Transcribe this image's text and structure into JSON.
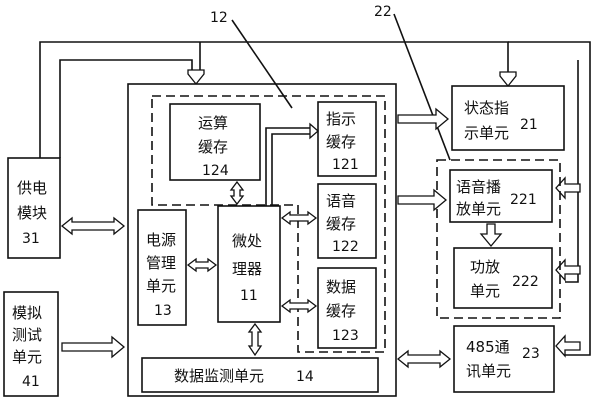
{
  "callouts": {
    "label_12": "12",
    "label_22": "22"
  },
  "blocks": {
    "power_supply": {
      "lines": [
        "供电",
        "模块"
      ],
      "number": "31"
    },
    "analog_test": {
      "lines": [
        "模拟",
        "测试",
        "单元"
      ],
      "number": "41"
    },
    "calc_cache": {
      "lines": [
        "运算",
        "缓存"
      ],
      "number": "124"
    },
    "power_mgmt": {
      "lines": [
        "电源",
        "管理",
        "单元"
      ],
      "number": "13"
    },
    "microprocessor": {
      "lines": [
        "微处",
        "理器"
      ],
      "number": "11"
    },
    "indicator_cache": {
      "lines": [
        "指示",
        "缓存"
      ],
      "number": "121"
    },
    "voice_cache": {
      "lines": [
        "语音",
        "缓存"
      ],
      "number": "122"
    },
    "data_cache": {
      "lines": [
        "数据",
        "缓存"
      ],
      "number": "123"
    },
    "data_monitor": {
      "label": "数据监测单元",
      "number": "14"
    },
    "status_indicator": {
      "lines": [
        "状态指",
        "示单元"
      ],
      "number": "21"
    },
    "voice_play": {
      "lines": [
        "语音播",
        "放单元"
      ],
      "number": "221"
    },
    "amplifier": {
      "lines": [
        "功放",
        "单元"
      ],
      "number": "222"
    },
    "comm485": {
      "lines": [
        "485通",
        "讯单元"
      ],
      "number": "23"
    }
  }
}
